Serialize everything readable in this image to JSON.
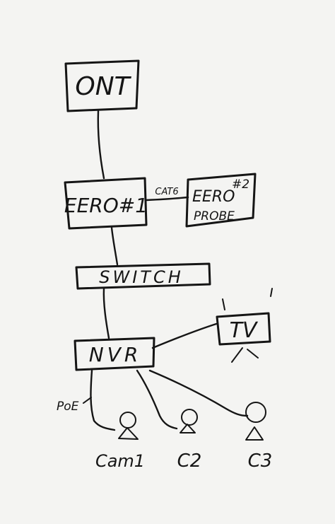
{
  "nodes": {
    "ont": "ONT",
    "eero1": "EERO#1",
    "eero2_line1": "EERO",
    "eero2_sup": "#2",
    "eero2_line2": "PROBE",
    "switch": "SWITCH",
    "tv": "TV",
    "nvr": "NVR"
  },
  "links": {
    "cat6": "CAT6",
    "poe": "PoE"
  },
  "cameras": [
    "Cam1",
    "C2",
    "C3"
  ],
  "colors": {
    "background": "#f4f4f2",
    "ink": "#151515"
  }
}
